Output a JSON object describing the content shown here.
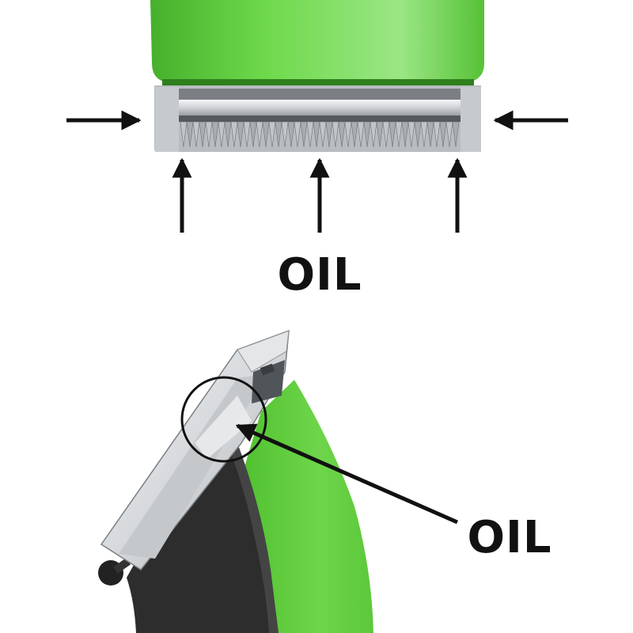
{
  "top_view": {
    "oil_label": "OIL",
    "arrow_count_side": 2,
    "arrow_count_bottom": 3
  },
  "angle_view": {
    "oil_label": "OIL"
  },
  "icons": {
    "arrow": "arrow-icon",
    "blade": "clipper-blade-icon",
    "callout": "callout-circle-icon"
  },
  "colors": {
    "body_green": "#5fce3d",
    "body_green_light": "#8be36f",
    "body_green_dark": "#3f9f26",
    "metal": "#c9cccf",
    "metal_light": "#eef0f1",
    "metal_dark": "#8a8e92",
    "handle_black": "#2b2b2b",
    "ink": "#111111"
  }
}
